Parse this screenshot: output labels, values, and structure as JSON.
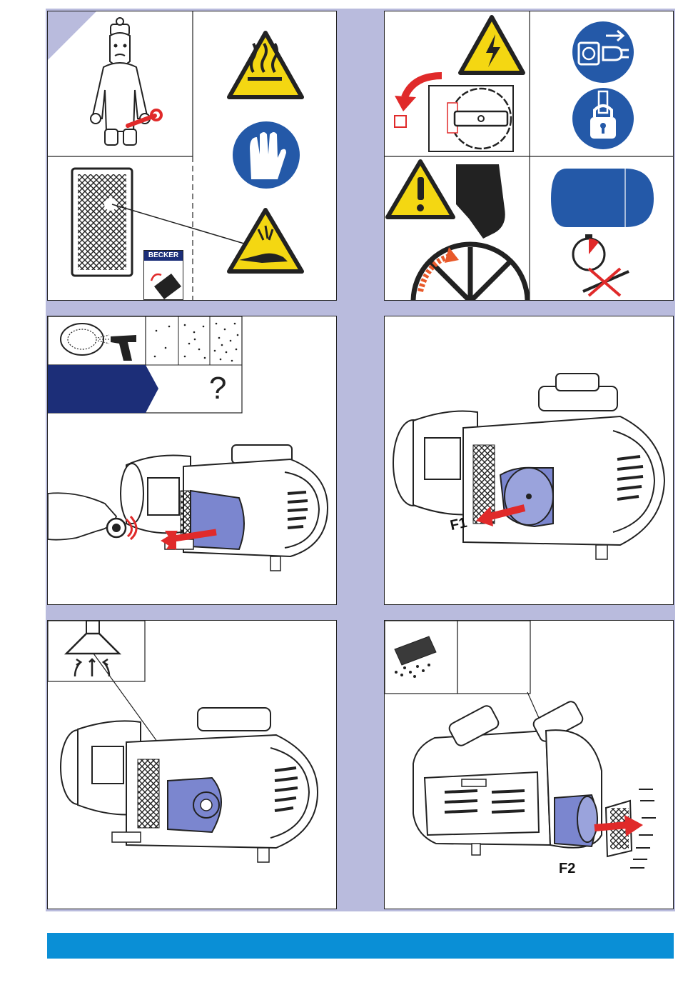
{
  "brand": {
    "logo_text": "BECKER"
  },
  "symbols": {
    "question_mark": "?"
  },
  "labels": {
    "f1": "F1",
    "f2": "F2"
  },
  "colors": {
    "frame": "#b9bbdd",
    "footer_bar": "#0a8fd6",
    "navy_block": "#1c2e78",
    "safety_blue": "#2459a8",
    "warning_yellow": "#f4d712",
    "accent_red": "#e02a2a",
    "part_violet": "#7b86cf"
  },
  "icons": [
    "technician-with-wrench-icon",
    "hot-surface-warning-icon",
    "wear-gloves-icon",
    "filter-cartridge-icon",
    "sharp-edge-hand-warning-icon",
    "becker-catalog-icon",
    "high-voltage-warning-icon",
    "main-switch-icon",
    "disconnect-plug-icon",
    "padlock-icon",
    "rotating-fan-warning-icon",
    "wait-timer-no-tools-icon",
    "air-blow-gun-icon",
    "dust-level-icon",
    "vacuum-pump-icon",
    "extraction-hood-icon",
    "vane-set-icon"
  ]
}
